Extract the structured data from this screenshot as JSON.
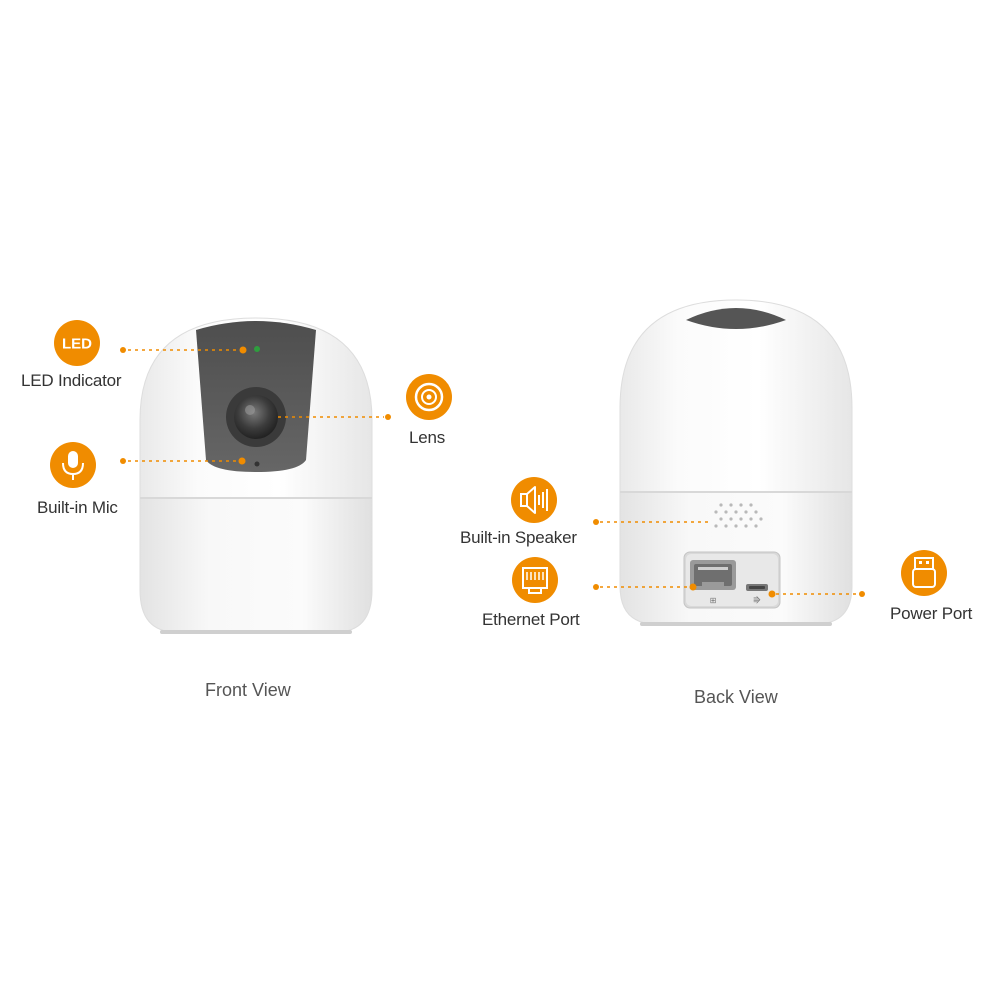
{
  "colors": {
    "accent": "#f08c00",
    "body_white": "#f7f7f7",
    "faceplate": "#5a5a5a",
    "led_green": "#2e9e3e"
  },
  "front_view": {
    "caption": "Front View",
    "callouts": {
      "led": {
        "icon": "led-badge-icon",
        "badge_text": "LED",
        "label": "LED Indicator"
      },
      "mic": {
        "icon": "microphone-icon",
        "label": "Built-in Mic"
      },
      "lens": {
        "icon": "lens-icon",
        "label": "Lens"
      }
    }
  },
  "back_view": {
    "caption": "Back View",
    "callouts": {
      "speaker": {
        "icon": "speaker-icon",
        "label": "Built-in Speaker"
      },
      "ethernet": {
        "icon": "ethernet-port-icon",
        "label": "Ethernet Port"
      },
      "power": {
        "icon": "usb-plug-icon",
        "label": "Power Port"
      }
    }
  }
}
